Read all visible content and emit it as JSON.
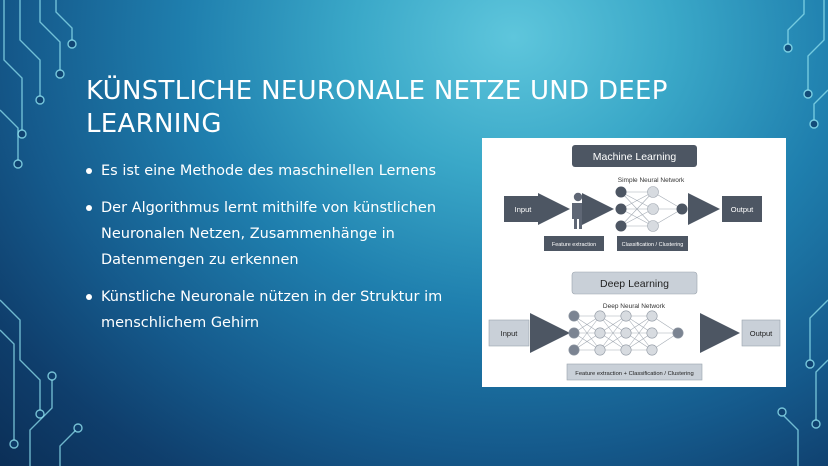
{
  "slide": {
    "title": "Künstliche Neuronale Netze und Deep Learning",
    "bullets": [
      "Es ist eine Methode des maschinellen Lernens",
      "Der Algorithmus lernt mithilfe von künstlichen Neuronalen Netzen, Zusammenhänge in Datenmengen zu erkennen",
      "Künstliche Neuronale nützen in der Struktur im menschlichem Gehirn"
    ]
  },
  "diagram": {
    "machine_learning": {
      "header": "Machine Learning",
      "network_label": "Simple Neural Network",
      "input_label": "Input",
      "output_label": "Output",
      "feature_label": "Feature extraction",
      "classification_label": "Classification / Clustering"
    },
    "deep_learning": {
      "header": "Deep Learning",
      "network_label": "Deep Neural Network",
      "input_label": "Input",
      "output_label": "Output",
      "combined_label": "Feature extraction + Classification / Clustering"
    }
  },
  "colors": {
    "dark_box": "#4d5663",
    "light_box": "#c9d0d8",
    "node_dark": "#7b8492",
    "node_light": "#d7dbe0"
  },
  "icons": [
    "circuit-decoration-icon",
    "person-icon",
    "arrow-right-icon"
  ]
}
